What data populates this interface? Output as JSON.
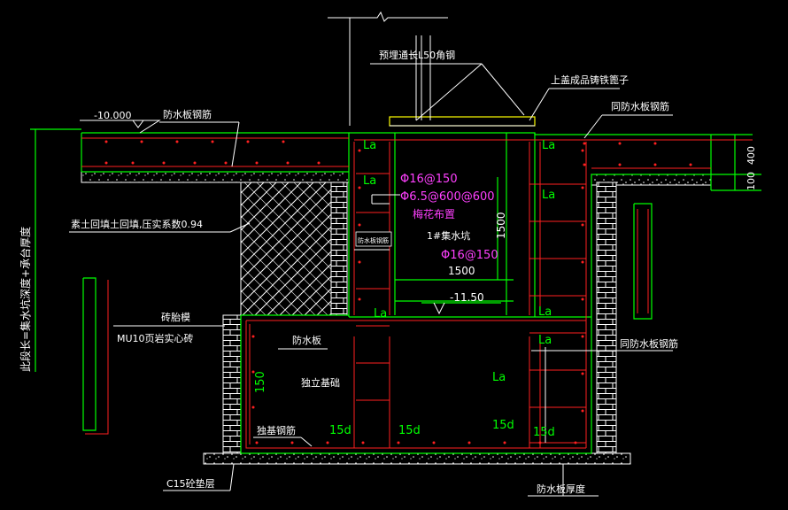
{
  "drawing": {
    "labels": {
      "embed_angle": "预埋通长L50角钢",
      "cast_iron_cover": "上盖成品铸铁篦子",
      "same_slab_rebar_right": "同防水板钢筋",
      "elev_top": "-10.000",
      "slab_rebar": "防水板钢筋",
      "backfill": "素土回填土回填,压实系数0.94",
      "dim_left_vertical": "此段长=集水坑深度+承台厚度",
      "brick_mold": "砖胎模",
      "mu10": "MU10页岩实心砖",
      "waterproof_board": "防水板",
      "isolated_foundation": "独立基础",
      "foundation_rebar": "独基钢筋",
      "c15": "C15砼垫层",
      "slab_thickness": "防水板厚度",
      "pit_side_rebar": "防水板钢筋",
      "rebar_phi16_150": "Φ16@150",
      "rebar_phi6": "Φ6.5@600@600",
      "plum_layout": "梅花布置",
      "pit_name": "1#集水坑",
      "rebar_phi16_150_b": "Φ16@150",
      "dim_1500_h": "1500",
      "dim_1500_v": "1500",
      "elev_pit": "-11.50",
      "dim_400": "400",
      "dim_100": "100",
      "same_slab_rebar_right2": "同防水板钢筋",
      "la": "La",
      "d15": "15d",
      "n150": "150"
    }
  }
}
